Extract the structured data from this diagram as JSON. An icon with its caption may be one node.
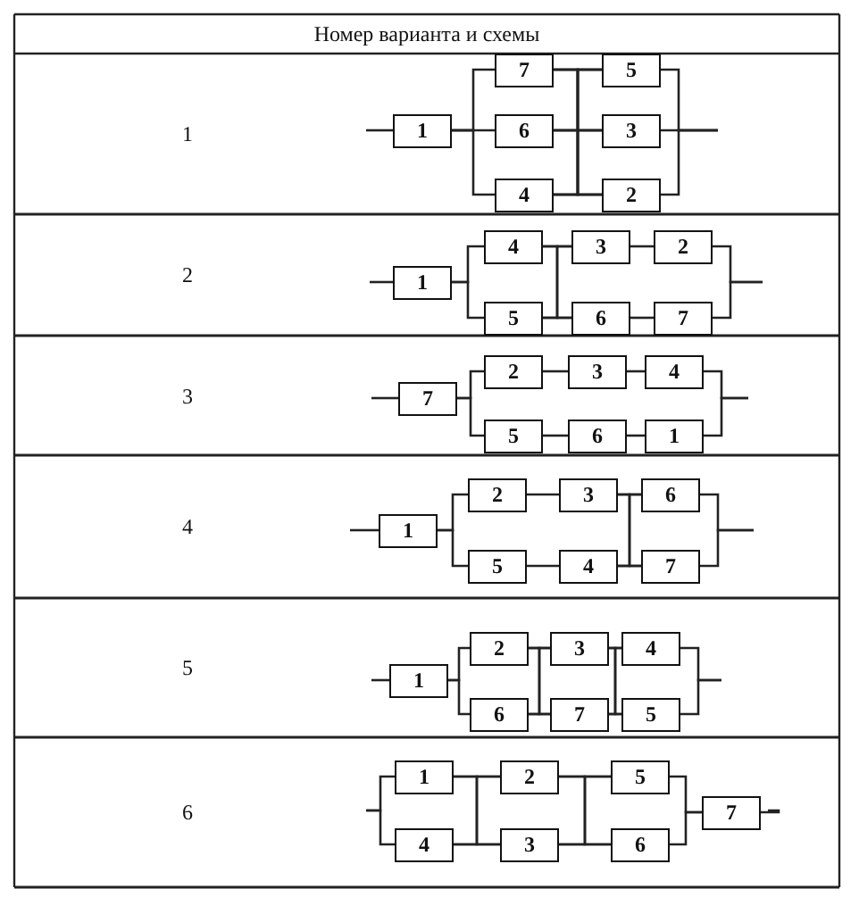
{
  "diagram": {
    "nodes": [
      {
        "text": [
          "1"
        ]
      },
      {
        "text": [
          "7"
        ]
      },
      {
        "text": [
          "6"
        ]
      },
      {
        "text": [
          "4"
        ]
      },
      {
        "text": [
          "5"
        ]
      },
      {
        "text": [
          "3"
        ]
      },
      {
        "text": [
          "2"
        ]
      },
      {
        "text": [
          "1"
        ]
      },
      {
        "text": [
          "4"
        ]
      },
      {
        "text": [
          "5"
        ]
      },
      {
        "text": [
          "3"
        ]
      },
      {
        "text": [
          "6"
        ]
      },
      {
        "text": [
          "2"
        ]
      },
      {
        "text": [
          "7"
        ]
      },
      {
        "text": [
          "7"
        ]
      },
      {
        "text": [
          "2"
        ]
      },
      {
        "text": [
          "5"
        ]
      },
      {
        "text": [
          "3"
        ]
      },
      {
        "text": [
          "6"
        ]
      },
      {
        "text": [
          "4"
        ]
      },
      {
        "text": [
          "1"
        ]
      },
      {
        "text": [
          "1"
        ]
      },
      {
        "text": [
          "2"
        ]
      },
      {
        "text": [
          "5"
        ]
      },
      {
        "text": [
          "3"
        ]
      },
      {
        "text": [
          "4"
        ]
      },
      {
        "text": [
          "6"
        ]
      },
      {
        "text": [
          "7"
        ]
      },
      {
        "text": [
          "1"
        ]
      },
      {
        "text": [
          "2"
        ]
      },
      {
        "text": [
          "6"
        ]
      },
      {
        "text": [
          "3"
        ]
      },
      {
        "text": [
          "7"
        ]
      },
      {
        "text": [
          "4"
        ]
      },
      {
        "text": [
          "5"
        ]
      },
      {
        "text": [
          "1"
        ]
      },
      {
        "text": [
          "4"
        ]
      },
      {
        "text": [
          "2"
        ]
      },
      {
        "text": [
          "3"
        ]
      },
      {
        "text": [
          "5"
        ]
      },
      {
        "text": [
          "6"
        ]
      },
      {
        "text": [
          "7"
        ]
      }
    ],
    "edges": [
      {
        "from": null,
        "to": 0,
        "arrow": "none"
      },
      {
        "from": 0,
        "to": 1,
        "arrow": "none"
      },
      {
        "from": 0,
        "to": 2,
        "arrow": "none"
      },
      {
        "from": 0,
        "to": 3,
        "arrow": "none"
      },
      {
        "from": 1,
        "to": 4,
        "arrow": "none"
      },
      {
        "from": 1,
        "to": 5,
        "arrow": "none"
      },
      {
        "from": 1,
        "to": 6,
        "arrow": "none"
      },
      {
        "from": 2,
        "to": 4,
        "arrow": "none"
      },
      {
        "from": 2,
        "to": 5,
        "arrow": "none"
      },
      {
        "from": 2,
        "to": 6,
        "arrow": "none"
      },
      {
        "from": 3,
        "to": 4,
        "arrow": "none"
      },
      {
        "from": 3,
        "to": 5,
        "arrow": "none"
      },
      {
        "from": 3,
        "to": 6,
        "arrow": "none"
      },
      {
        "from": 4,
        "to": null,
        "arrow": "none"
      },
      {
        "from": 5,
        "to": null,
        "arrow": "none"
      },
      {
        "from": 6,
        "to": null,
        "arrow": "none"
      },
      {
        "from": null,
        "to": 7,
        "arrow": "none"
      },
      {
        "from": 7,
        "to": 8,
        "arrow": "none"
      },
      {
        "from": 7,
        "to": 9,
        "arrow": "none"
      },
      {
        "from": 8,
        "to": 10,
        "arrow": "none"
      },
      {
        "from": 8,
        "to": 11,
        "arrow": "none"
      },
      {
        "from": 9,
        "to": 10,
        "arrow": "none"
      },
      {
        "from": 9,
        "to": 11,
        "arrow": "none"
      },
      {
        "from": 10,
        "to": 12,
        "arrow": "none"
      },
      {
        "from": 11,
        "to": 13,
        "arrow": "none"
      },
      {
        "from": 12,
        "to": null,
        "arrow": "none"
      },
      {
        "from": 13,
        "to": null,
        "arrow": "none"
      },
      {
        "from": null,
        "to": 14,
        "arrow": "none"
      },
      {
        "from": 14,
        "to": 15,
        "arrow": "none"
      },
      {
        "from": 14,
        "to": 16,
        "arrow": "none"
      },
      {
        "from": 15,
        "to": 17,
        "arrow": "none"
      },
      {
        "from": 16,
        "to": 18,
        "arrow": "none"
      },
      {
        "from": 17,
        "to": 19,
        "arrow": "none"
      },
      {
        "from": 18,
        "to": 20,
        "arrow": "none"
      },
      {
        "from": 19,
        "to": null,
        "arrow": "none"
      },
      {
        "from": 20,
        "to": null,
        "arrow": "none"
      },
      {
        "from": null,
        "to": 21,
        "arrow": "none"
      },
      {
        "from": 21,
        "to": 22,
        "arrow": "none"
      },
      {
        "from": 21,
        "to": 23,
        "arrow": "none"
      },
      {
        "from": 22,
        "to": 24,
        "arrow": "none"
      },
      {
        "from": 23,
        "to": 25,
        "arrow": "none"
      },
      {
        "from": 24,
        "to": 26,
        "arrow": "none"
      },
      {
        "from": 24,
        "to": 27,
        "arrow": "none"
      },
      {
        "from": 25,
        "to": 26,
        "arrow": "none"
      },
      {
        "from": 25,
        "to": 27,
        "arrow": "none"
      },
      {
        "from": 26,
        "to": null,
        "arrow": "none"
      },
      {
        "from": 27,
        "to": null,
        "arrow": "none"
      },
      {
        "from": null,
        "to": 28,
        "arrow": "none"
      },
      {
        "from": 28,
        "to": 29,
        "arrow": "none"
      },
      {
        "from": 28,
        "to": 30,
        "arrow": "none"
      },
      {
        "from": 29,
        "to": 31,
        "arrow": "none"
      },
      {
        "from": 29,
        "to": 32,
        "arrow": "none"
      },
      {
        "from": 30,
        "to": 31,
        "arrow": "none"
      },
      {
        "from": 30,
        "to": 32,
        "arrow": "none"
      },
      {
        "from": 31,
        "to": 33,
        "arrow": "none"
      },
      {
        "from": 31,
        "to": 34,
        "arrow": "none"
      },
      {
        "from": 32,
        "to": 33,
        "arrow": "none"
      },
      {
        "from": 32,
        "to": 34,
        "arrow": "none"
      },
      {
        "from": 33,
        "to": null,
        "arrow": "none"
      },
      {
        "from": 34,
        "to": null,
        "arrow": "none"
      },
      {
        "from": null,
        "to": 35,
        "arrow": "none"
      },
      {
        "from": null,
        "to": 36,
        "arrow": "none"
      },
      {
        "from": 35,
        "to": 37,
        "arrow": "none"
      },
      {
        "from": 35,
        "to": 38,
        "arrow": "none"
      },
      {
        "from": 36,
        "to": 37,
        "arrow": "none"
      },
      {
        "from": 36,
        "to": 38,
        "arrow": "none"
      },
      {
        "from": 37,
        "to": 39,
        "arrow": "none"
      },
      {
        "from": 37,
        "to": 40,
        "arrow": "none"
      },
      {
        "from": 38,
        "to": 39,
        "arrow": "none"
      },
      {
        "from": 38,
        "to": 40,
        "arrow": "none"
      },
      {
        "from": 39,
        "to": 41,
        "arrow": "none"
      },
      {
        "from": 40,
        "to": 41,
        "arrow": "none"
      },
      {
        "from": 41,
        "to": null,
        "arrow": "none"
      }
    ],
    "labels": [
      "Номер варианта и схемы",
      "1",
      "2",
      "3",
      "4",
      "5",
      "6"
    ]
  }
}
